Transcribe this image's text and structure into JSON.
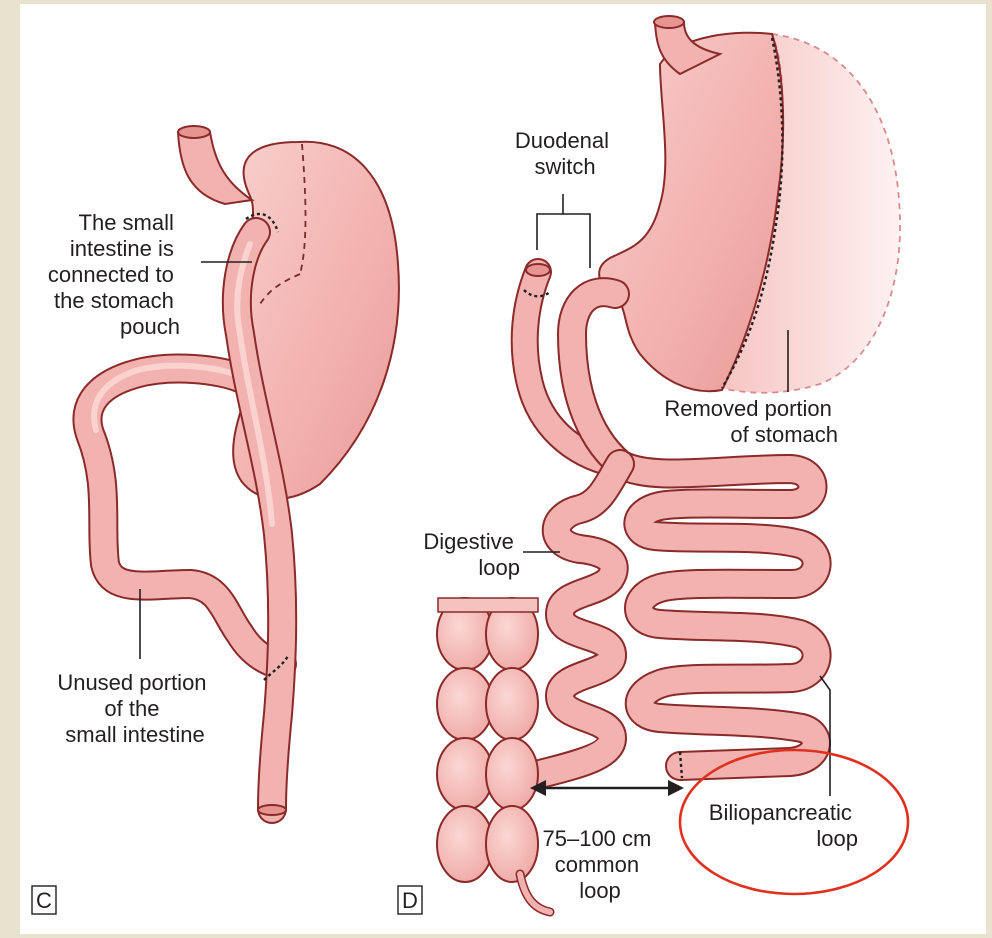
{
  "panel_c": {
    "letter": "C",
    "label_connected": [
      "The small",
      "intestine is",
      "connected to",
      "the stomach",
      "pouch"
    ],
    "label_unused": [
      "Unused portion",
      "of the",
      "small intestine"
    ]
  },
  "panel_d": {
    "letter": "D",
    "label_switch": [
      "Duodenal",
      "switch"
    ],
    "label_removed": [
      "Removed portion",
      "of stomach"
    ],
    "label_digestive": [
      "Digestive",
      "loop"
    ],
    "label_biliopancreatic": [
      "Biliopancreatic",
      "loop"
    ],
    "label_common": [
      "75–100 cm",
      "common",
      "loop"
    ]
  },
  "colors": {
    "page_bg": "#e9e2cf",
    "tissue_fill": "#f2b3b0",
    "tissue_outline": "#8a2a2a",
    "highlight_ring": "#e0311f"
  }
}
